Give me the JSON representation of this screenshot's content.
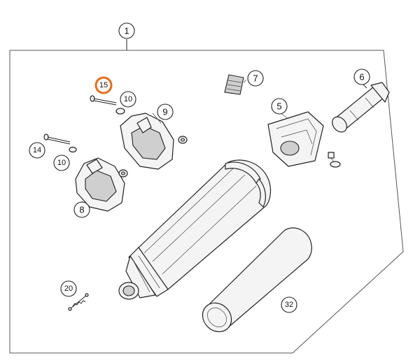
{
  "callouts": {
    "c1": "1",
    "c5": "5",
    "c6": "6",
    "c7": "7",
    "c8": "8",
    "c9": "9",
    "c10a": "10",
    "c10b": "10",
    "c14": "14",
    "c15": "15",
    "c20": "20",
    "c32": "32"
  },
  "colors": {
    "highlight": "#e36d1b",
    "outline": "#222222"
  }
}
